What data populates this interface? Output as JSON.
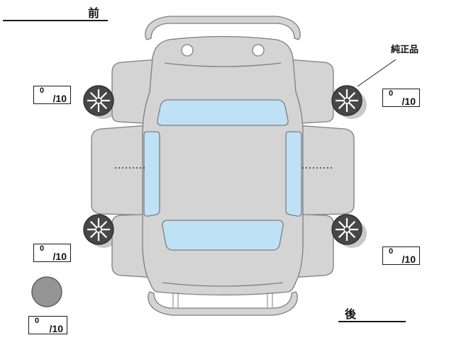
{
  "labels": {
    "front": "前",
    "rear": "後",
    "genuine_part": "純正品"
  },
  "tread_depth_scores": {
    "front_left": {
      "score": "0",
      "out_of": "/10"
    },
    "front_right": {
      "score": "0",
      "out_of": "/10"
    },
    "rear_left": {
      "score": "0",
      "out_of": "/10"
    },
    "rear_right": {
      "score": "0",
      "out_of": "/10"
    },
    "spare": {
      "score": "0",
      "out_of": "/10"
    }
  },
  "diagram": {
    "type": "car-top-view-tire-inspection",
    "icons": [
      "wheel-icon",
      "spare-tire-icon",
      "car-top-view"
    ],
    "colors": {
      "body_gray": "#d4d4d4",
      "outline_gray": "#7e7e7e",
      "window_blue": "#bfe1f5",
      "wheel_dark": "#474747",
      "wheel_shadow": "#c9c9c9",
      "spare_gray": "#959595",
      "text_black": "#111111"
    }
  }
}
